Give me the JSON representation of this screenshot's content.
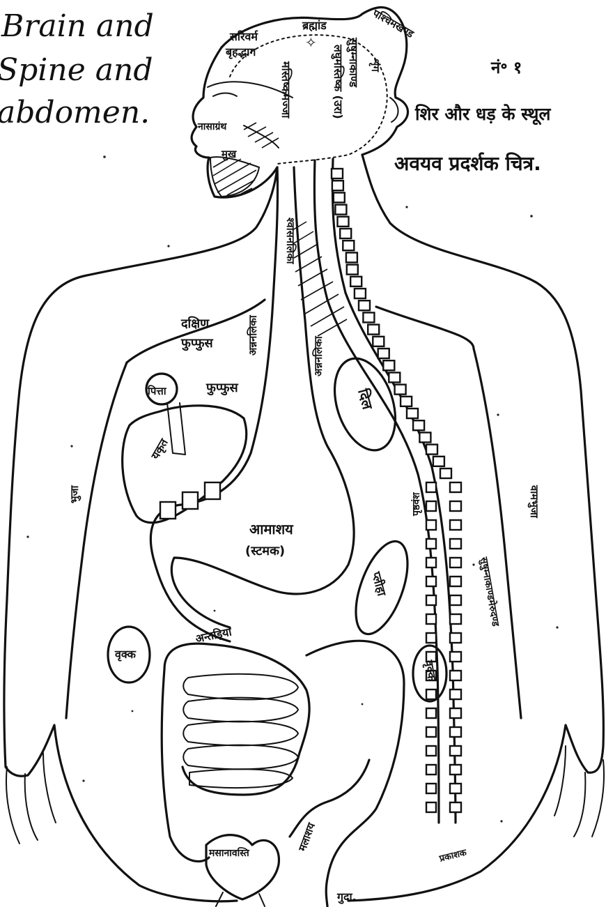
{
  "english_title": [
    "Brain and",
    "Spine and",
    "abdomen."
  ],
  "plate": {
    "number": "नं॰ १",
    "caption_line1": "शिर और धड़ के स्थूल",
    "caption_line2": "अवयव प्रदर्शक चित्र."
  },
  "labels": {
    "anterior_brain": "सरिवर्म",
    "cerebrum": "बृहद्भाग",
    "brahmand": "ब्रह्मांड",
    "medulla_upper": "मस्तिष्कमज्जा",
    "cerebellum_vertical": "लघुमस्तिष्क (उरा)",
    "spinal_root": "सुषुम्नाकाण्ड",
    "back_head": "पश्चिमखण्ड",
    "crown": "शृंग",
    "nasal": "नासाग्रंथ",
    "throat": "मुख",
    "trachea": "श्वासनलिका",
    "esophagus_left": "अन्ननलिका",
    "esophagus_right": "अन्ननलिका",
    "right_lung_1": "दक्षिण",
    "right_lung_2": "फुप्फुस",
    "left_lung": "फुप्फुस",
    "gallbladder": "पित्ता",
    "liver": "यकृत",
    "heart": "दिल",
    "stomach": "आमाशय",
    "stomach_en": "(स्टमक)",
    "spleen": "प्लीहा",
    "kidney_right": "वृक्क",
    "kidney_left": "वृक्क",
    "intestine": "अन्तड़ियां",
    "bladder": "मसानावस्ति",
    "rectum": "मलाशय",
    "anus": "गुदा.",
    "right_arm": "भुजा",
    "left_arm": "वामभुजा",
    "spine_mid": "पृष्ठवंश",
    "spine_lower": "सुषुम्नाकाण्डमेरुदण्ड",
    "signature": "प्रकाशक"
  }
}
